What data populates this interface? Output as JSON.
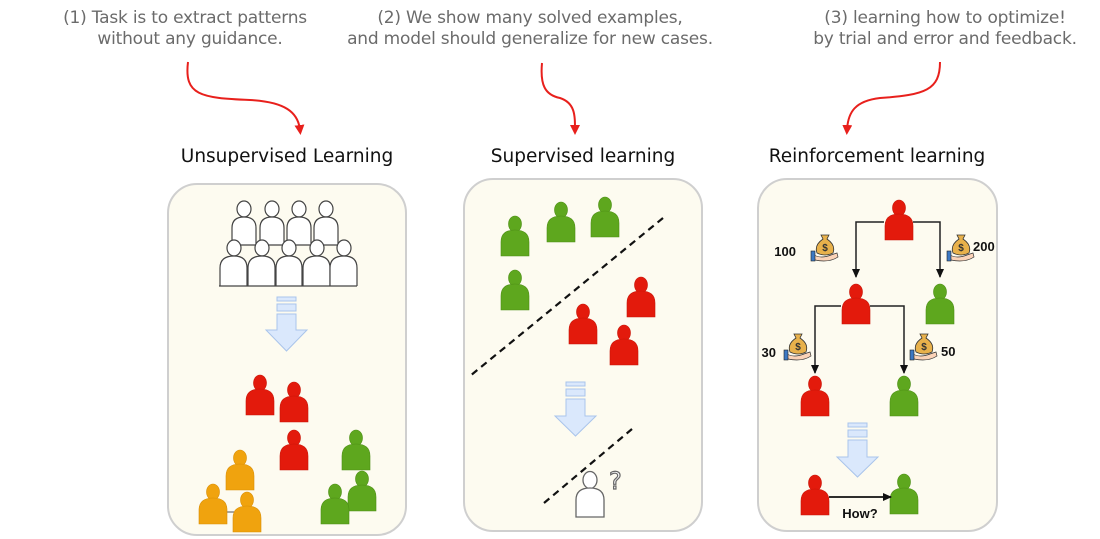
{
  "annotations": [
    {
      "id": 1,
      "line1": "(1) Task is to extract patterns",
      "line2": "without any guidance."
    },
    {
      "id": 2,
      "line1": "(2) We show many solved examples,",
      "line2": "and model should generalize for new cases."
    },
    {
      "id": 3,
      "line1": "(3) learning how to optimize!",
      "line2": "by trial and error and feedback."
    }
  ],
  "panels": [
    {
      "title": "Unsupervised Learning"
    },
    {
      "title": "Supervised learning",
      "query_mark": "?"
    },
    {
      "title": "Reinforcement learning",
      "rewards": [
        "100",
        "200",
        "30",
        "50"
      ],
      "final_label": "How?"
    }
  ],
  "colors": {
    "red": "#e31a0c",
    "green": "#5ea71e",
    "orange": "#f0a30e",
    "arrow_red": "#e8201c",
    "panel_bg": "#fdfbf0",
    "panel_border": "#cfcfcf",
    "down_arrow_fill": "#dae8fc",
    "down_arrow_stroke": "#a9c4eb"
  }
}
